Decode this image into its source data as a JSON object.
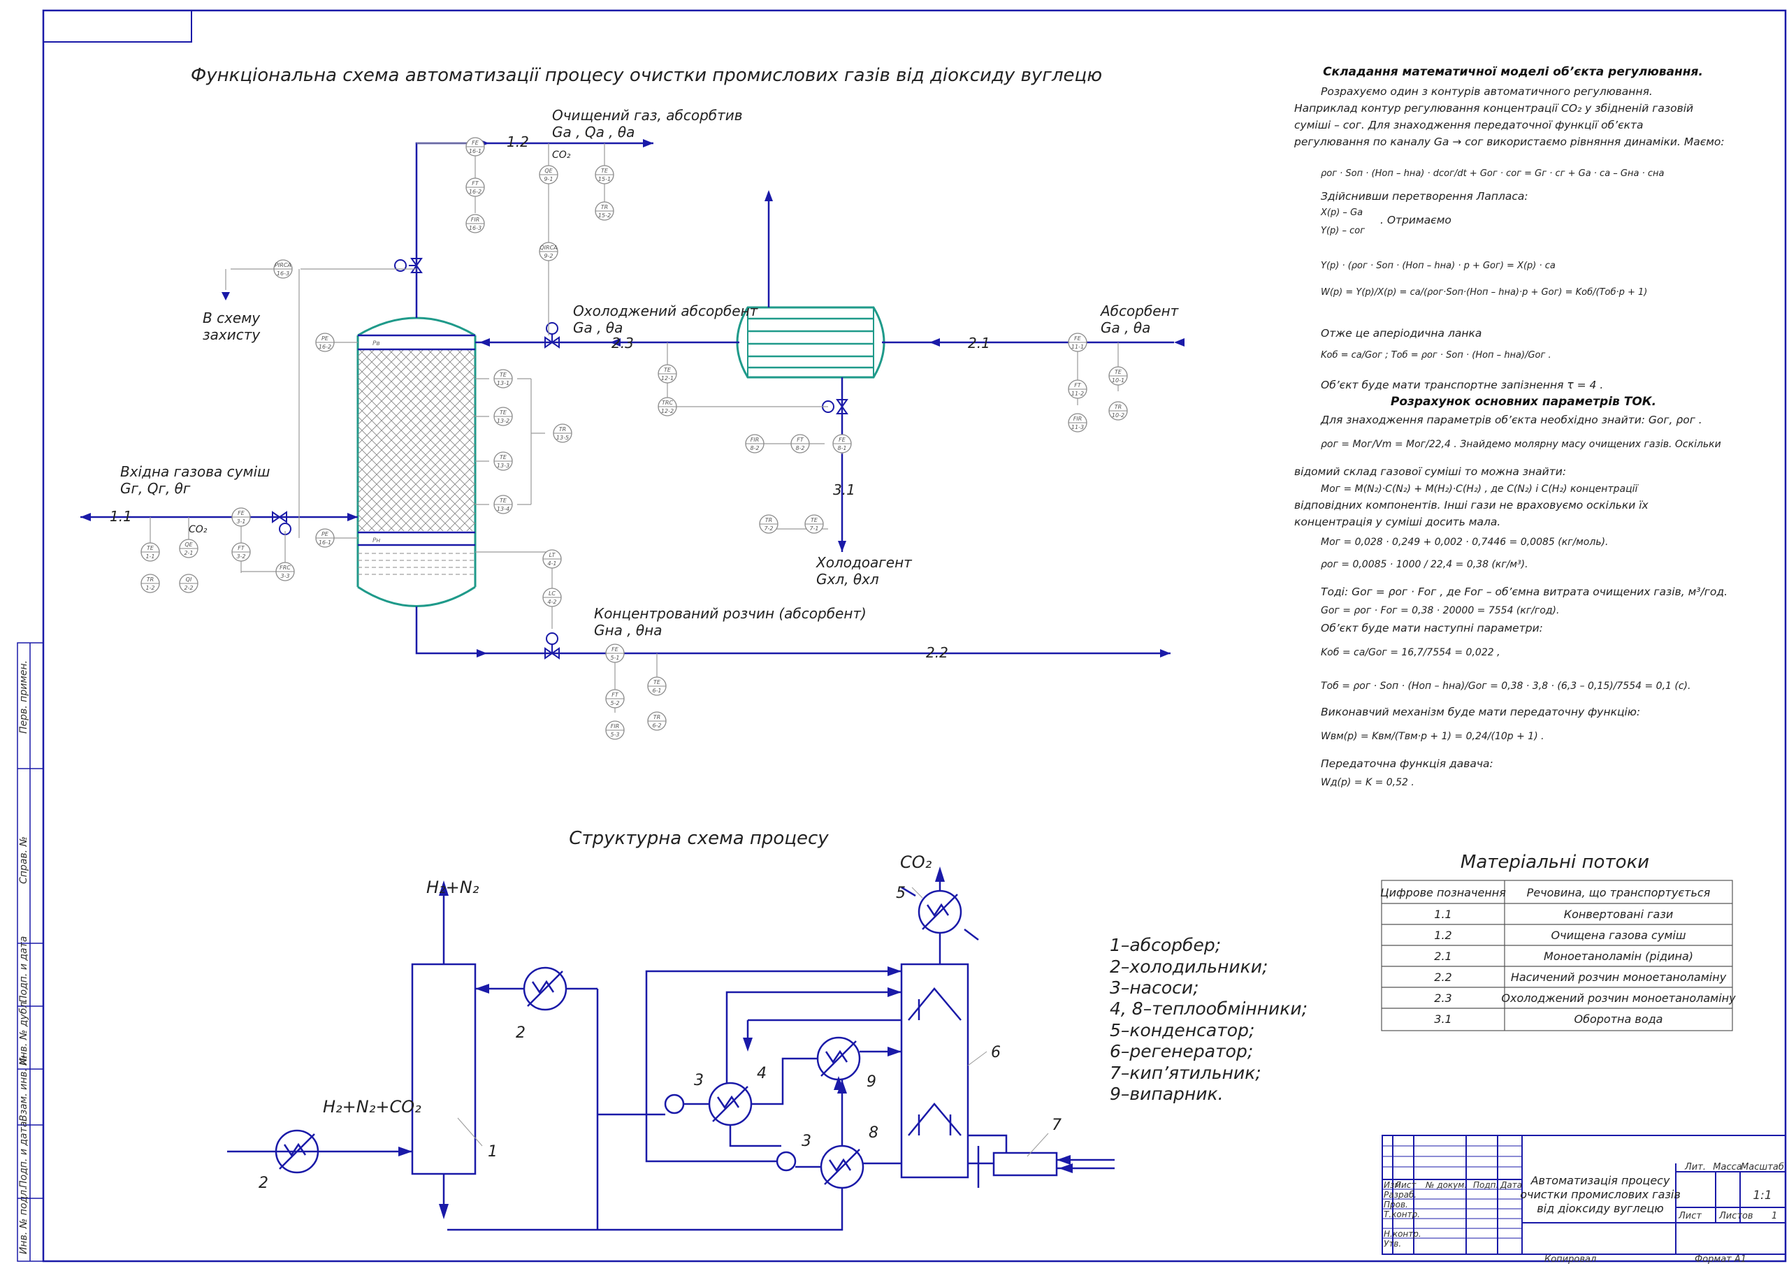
{
  "functional_scheme": {
    "title": "Функціональна схема автоматизації процесу очистки промислових газів від діоксиду вуглецю",
    "streams": {
      "purified_gas_label": "Очищений газ, абсорбтив",
      "purified_gas_params": "Gа , Qа , θа",
      "purified_gas_code": "1.2",
      "protection_label_1": "В схему",
      "protection_label_2": "захисту",
      "cooled_absorbent_label": "Охолоджений абсорбент",
      "cooled_absorbent_params": "Gа , θа",
      "cooled_absorbent_code": "2.3",
      "absorbent_label": "Абсорбент",
      "absorbent_params": "Gа , θа",
      "absorbent_code": "2.1",
      "inlet_gas_label": "Вхідна газова суміш",
      "inlet_gas_params": "Gг, Qг, θг",
      "inlet_gas_code": "1.1",
      "refrigerant_label": "Холодоагент",
      "refrigerant_params": "Gхл, θхл",
      "refrigerant_code": "3.1",
      "saturated_solution_label": "Концентрований розчин (абсорбент)",
      "saturated_solution_params": "Gна , θна",
      "saturated_solution_code": "2.2",
      "co2_a": "CO₂",
      "co2_b": "CO₂",
      "p_top": "Pв",
      "p_bottom": "Pн"
    },
    "instruments": [
      {
        "id": "i1",
        "top": "FE",
        "bot": "16-1"
      },
      {
        "id": "i2",
        "top": "FT",
        "bot": "16-2"
      },
      {
        "id": "i3",
        "top": "FIR",
        "bot": "16-3"
      },
      {
        "id": "i4",
        "top": "QE",
        "bot": "9-1"
      },
      {
        "id": "i5",
        "top": "QIRCA",
        "bot": "9-2"
      },
      {
        "id": "i6",
        "top": "TE",
        "bot": "15-1"
      },
      {
        "id": "i7",
        "top": "TR",
        "bot": "15-2"
      },
      {
        "id": "i8",
        "top": "PIRCA",
        "bot": "16-3"
      },
      {
        "id": "i9",
        "top": "PE",
        "bot": "16-2"
      },
      {
        "id": "i10",
        "top": "TE",
        "bot": "13-1"
      },
      {
        "id": "i11",
        "top": "TE",
        "bot": "13-2"
      },
      {
        "id": "i12",
        "top": "TE",
        "bot": "13-3"
      },
      {
        "id": "i13",
        "top": "TE",
        "bot": "13-4"
      },
      {
        "id": "i14",
        "top": "TR",
        "bot": "13-5"
      },
      {
        "id": "i15",
        "top": "PE",
        "bot": "16-1"
      },
      {
        "id": "i16",
        "top": "TE",
        "bot": "12-1"
      },
      {
        "id": "i17",
        "top": "TRC",
        "bot": "12-2"
      },
      {
        "id": "i18",
        "top": "FIR",
        "bot": "8-2"
      },
      {
        "id": "i19",
        "top": "FT",
        "bot": "8-2"
      },
      {
        "id": "i20",
        "top": "FE",
        "bot": "8-1"
      },
      {
        "id": "i21",
        "top": "TR",
        "bot": "7-2"
      },
      {
        "id": "i22",
        "top": "TE",
        "bot": "7-1"
      },
      {
        "id": "i23",
        "top": "FE",
        "bot": "11-1"
      },
      {
        "id": "i24",
        "top": "FT",
        "bot": "11-2"
      },
      {
        "id": "i25",
        "top": "FIR",
        "bot": "11-3"
      },
      {
        "id": "i26",
        "top": "TE",
        "bot": "10-1"
      },
      {
        "id": "i27",
        "top": "TR",
        "bot": "10-2"
      },
      {
        "id": "i28",
        "top": "LT",
        "bot": "4-1"
      },
      {
        "id": "i29",
        "top": "LC",
        "bot": "4-2"
      },
      {
        "id": "i30",
        "top": "FE",
        "bot": "5-1"
      },
      {
        "id": "i31",
        "top": "FT",
        "bot": "5-2"
      },
      {
        "id": "i32",
        "top": "FIR",
        "bot": "5-3"
      },
      {
        "id": "i33",
        "top": "TE",
        "bot": "6-1"
      },
      {
        "id": "i34",
        "top": "TR",
        "bot": "6-2"
      },
      {
        "id": "i35",
        "top": "TE",
        "bot": "1-1"
      },
      {
        "id": "i36",
        "top": "TR",
        "bot": "1-2"
      },
      {
        "id": "i37",
        "top": "QE",
        "bot": "2-1"
      },
      {
        "id": "i38",
        "top": "QI",
        "bot": "2-2"
      },
      {
        "id": "i39",
        "top": "FE",
        "bot": "3-1"
      },
      {
        "id": "i40",
        "top": "FT",
        "bot": "3-2"
      },
      {
        "id": "i41",
        "top": "FRC",
        "bot": "3-3"
      }
    ]
  },
  "math_model": {
    "heading": "Складання математичної моделі об’єкта регулювання.",
    "lines": [
      "Розрахуємо один з контурів автоматичного регулювання.",
      "Наприклад контур регулювання концентрації CO₂ у збідненій газовій",
      "суміші – cог. Для знаходження передаточної функції об’єкта",
      "регулювання по каналу Gа → cог використаємо рівняння динаміки. Маємо:",
      "ρог · Sоп · (Hоп – hна) · dcог/dt + Gог · cог = Gг · cг + Gа · cа – Gна · cна",
      "Здійснивши перетворення Лапласа:",
      "X(p) – Gа",
      "Y(p) – cог",
      "Y(p) · (ρог · Sоп · (Hоп – hна) · p + Gог) = X(p) · cа",
      "W(p) = Y(p)/X(p) = cа/(ρог·Sоп·(Hоп – hна)·p + Gог) = Kоб/(Tоб·p + 1)",
      "Отже це аперіодична ланка",
      "Kоб = cа/Gог ;   Tоб = ρог · Sоп · (Hоп – hна)/Gог .",
      "Об’єкт буде мати транспортне запізнення τ = 4 ."
    ],
    "obtain": ". Отримаємо",
    "heading2": "Розрахунок основних параметрів ТОК.",
    "lines2": [
      "Для знаходження параметрів об’єкта необхідно знайти: Gог, ρог .",
      "ρог = Mог/Vm = Mог/22,4 . Знайдемо молярну масу очищених газів. Оскільки",
      "відомий склад газової суміші то можна знайти:",
      "Mог = M(N₂)·C(N₂) + M(H₂)·C(H₂) ,   де   C(N₂) і C(H₂)   концентрації",
      "відповідних компонентів. Інші гази не враховуємо оскільки їх",
      "концентрація у суміші досить мала.",
      "Mог = 0,028 · 0,249 + 0,002 · 0,7446 = 0,0085  (кг/моль).",
      "ρог = 0,0085 · 1000 / 22,4 = 0,38  (кг/м³).",
      "Тоді: Gог = ρог · Fог , де Fог – об’ємна витрата очищених газів, м³/год.",
      "Gог = ρог · Fог = 0,38 · 20000 = 7554  (кг/год).",
      "Об’єкт буде мати наступні параметри:",
      "Kоб = cа/Gог = 16,7/7554 = 0,022 ,",
      "Tоб = ρог · Sоп · (Hоп – hна)/Gог = 0,38 · 3,8 · (6,3 – 0,15)/7554 = 0,1  (с).",
      "Виконавчий механізм буде мати передаточну функцію:",
      "Wвм(p) = Kвм/(Tвм·p + 1) = 0,24/(10p + 1) .",
      "Передаточна функція давача:",
      "Wд(p) = K = 0,52 ."
    ]
  },
  "material_flows": {
    "title": "Матеріальні потоки",
    "headers": [
      "Цифрове позначення",
      "Речовина, що транспортується"
    ],
    "rows": [
      [
        "1.1",
        "Конвертовані гази"
      ],
      [
        "1.2",
        "Очищена газова суміш"
      ],
      [
        "2.1",
        "Моноетаноламін (рідина)"
      ],
      [
        "2.2",
        "Насичений розчин моноетаноламіну"
      ],
      [
        "2.3",
        "Охолоджений розчин моноетаноламіну"
      ],
      [
        "3.1",
        "Оборотна вода"
      ]
    ]
  },
  "structural_scheme": {
    "title": "Структурна схема процесу",
    "h2n2": "H₂+N₂",
    "inlet": "H₂+N₂+CO₂",
    "co2": "CO₂",
    "nums": [
      "1",
      "2",
      "2",
      "3",
      "3",
      "4",
      "5",
      "6",
      "7",
      "8",
      "9"
    ],
    "legend": [
      "1–абсорбер;",
      "2–холодильники;",
      "3–насоси;",
      "4, 8–теплообмінники;",
      "5–конденсатор;",
      "6–регенератор;",
      "7–кип’ятильник;",
      "9–випарник."
    ]
  },
  "title_block": {
    "doc_title": "Автоматизація процесу очистки промислових газів від діоксиду вуглецю",
    "headers": [
      "Изм",
      "Лист",
      "№ докум.",
      "Подп.",
      "Дата"
    ],
    "roles": [
      "Разраб.",
      "Пров.",
      "Т.контр.",
      "",
      "Н.контр.",
      "Утв."
    ],
    "lit": "Лит.",
    "mass": "Масса",
    "scale": "Масштаб",
    "scale_val": "1:1",
    "sheet": "Лист",
    "sheets": "Листов",
    "sheets_val": "1",
    "copied": "Копировал",
    "format": "Формат    A1"
  },
  "side_stamp": [
    "Перв. примен.",
    "Справ. №",
    "Подп. и дата",
    "Инв. № дубл.",
    "Взам. инв. №",
    "Подп. и дата",
    "Инв. № подл."
  ]
}
